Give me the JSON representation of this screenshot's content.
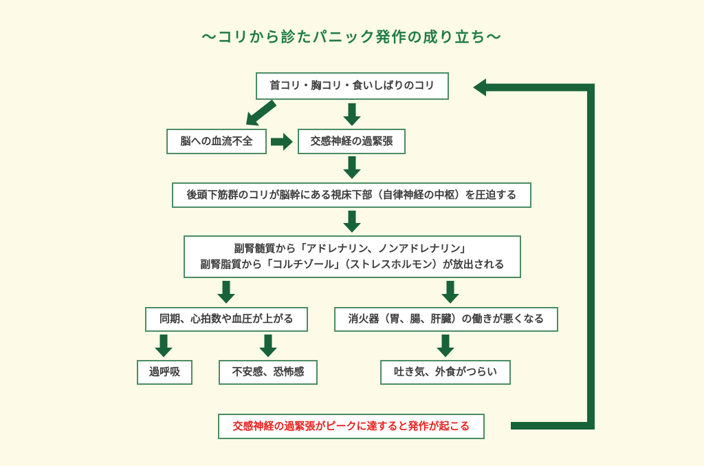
{
  "title": {
    "text": "〜コリから診たパニック発作の成り立ち〜"
  },
  "colors": {
    "background": "#fdfbe8",
    "box_border": "#4a8c63",
    "box_background": "#ffffff",
    "arrow_green": "#186339",
    "title_green": "#1f7a48",
    "text": "#3b3b3b",
    "alert_red": "#e8211e"
  },
  "nodes": {
    "kori": "首コリ・胸コリ・食いしばりのコリ",
    "blood_flow": "脳への血流不全",
    "sympathetic": "交感神経の過緊張",
    "hypothalamus": "後頭下筋群のコリが脳幹にある視床下部（自律神経の中枢）を圧迫する",
    "adrenal_line1": "副腎髄質から「アドレナリン、ノンアドレナリン」",
    "adrenal_line2": "副腎脂質から「コルチゾール」（ストレスホルモン）が放出される",
    "cardio": "同期、心拍数や血圧が上がる",
    "digestive": "消火器（胃、腸、肝臓）の働きが悪くなる",
    "hyperventilation": "過呼吸",
    "anxiety": "不安感、恐怖感",
    "nausea": "吐き気、外食がつらい",
    "attack_peak": "交感神経の過緊張がピークに達すると発作が起こる"
  },
  "icons": {
    "down_arrow": "⬇",
    "right_arrow": "➡",
    "down_left_arrow": "⬋",
    "feedback_loop_arrow": "⬅"
  }
}
